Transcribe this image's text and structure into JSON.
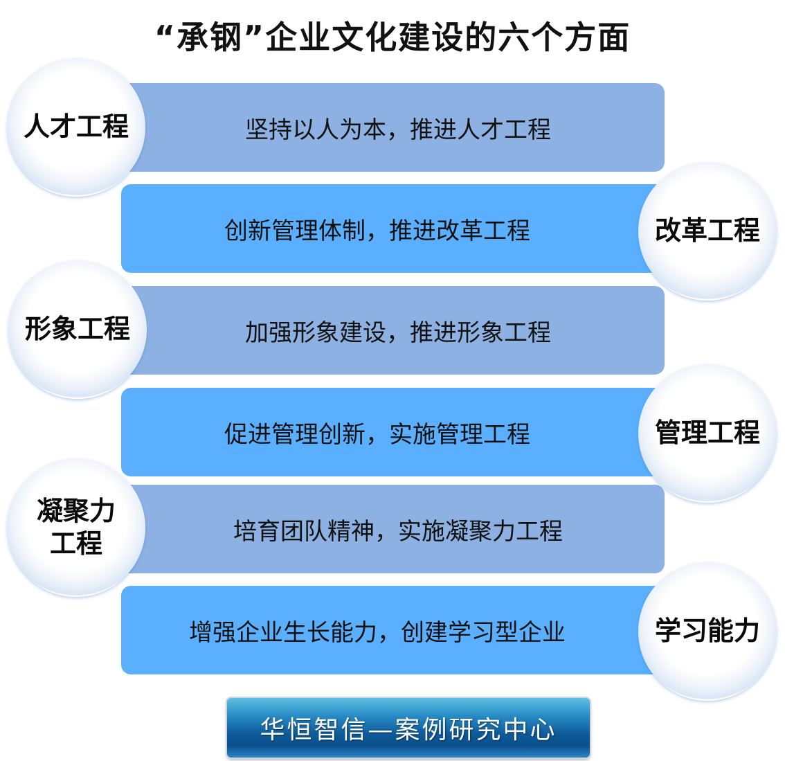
{
  "title": "“承钢”企业文化建设的六个方面",
  "aspects": [
    {
      "name": "人才工程",
      "description": "坚持以人为本，推进人才工程"
    },
    {
      "name": "改革工程",
      "description": "创新管理体制，推进改革工程"
    },
    {
      "name": "形象工程",
      "description": "加强形象建设，推进形象工程"
    },
    {
      "name": "管理工程",
      "description": "促进管理创新，实施管理工程"
    },
    {
      "name": "凝聚力\n工程",
      "description": "培育团队精神，实施凝聚力工程"
    },
    {
      "name": "学习能力",
      "description": "增强企业生长能力，创建学习型企业"
    }
  ],
  "footer": {
    "label": "华恒智信—案例研究中心"
  },
  "colors": {
    "bar_dark": "#8db1e2",
    "bar_light": "#5aafff",
    "circle_ring": "#5aa8f5",
    "footer_bg": "#0e5b9a"
  }
}
